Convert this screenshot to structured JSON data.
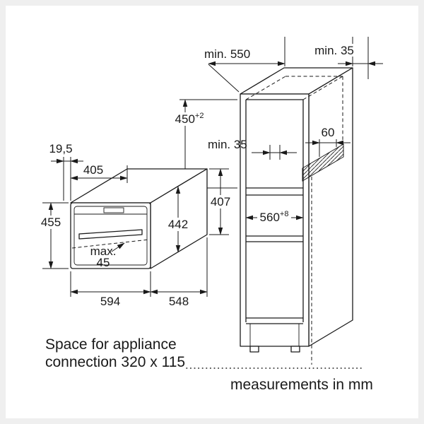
{
  "title": "Built-in appliance installation diagram",
  "colors": {
    "line": "#1a1a1a",
    "background": "#ffffff",
    "frame": "#efefef"
  },
  "oven": {
    "offset_19_5": "19,5",
    "top_depth_405": "405",
    "height_455": "455",
    "rear_height_442": "442",
    "side_height_407": "407",
    "handle_max_label": "max.",
    "handle_max_value": "45",
    "width_594": "594",
    "depth_548": "548"
  },
  "cabinet": {
    "depth_min_550": "min. 550",
    "wall_gap_min_35": "min. 35",
    "niche_height_450": "450",
    "niche_height_450_tol": "+2",
    "rear_gap_min_35": "min. 35",
    "vent_60": "60",
    "niche_width_560": "560",
    "niche_width_560_tol": "+8"
  },
  "notes": {
    "connection_line1": "Space for appliance",
    "connection_line2": "connection 320 x 115",
    "units_note": "measurements in mm"
  }
}
